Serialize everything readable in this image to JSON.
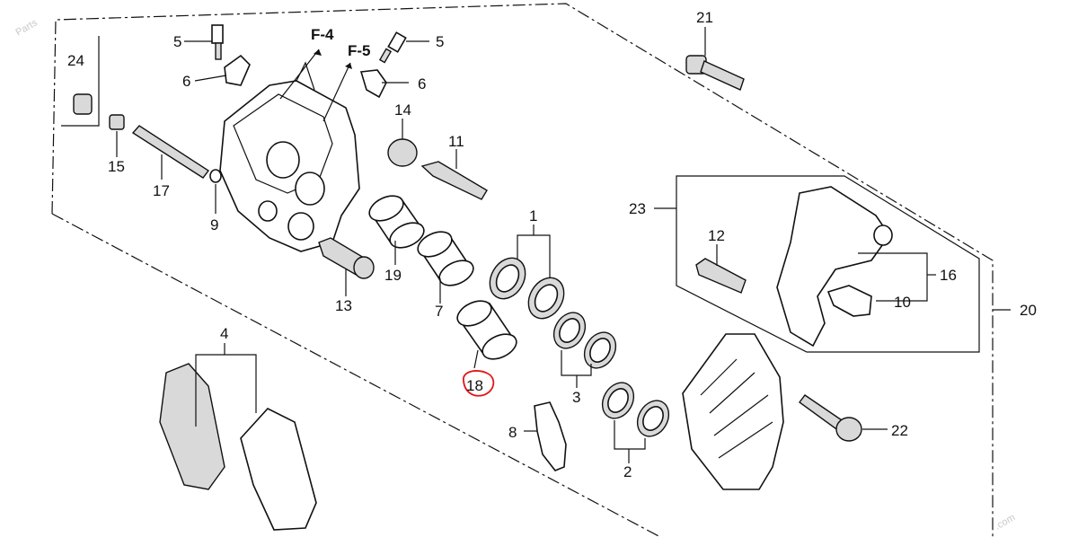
{
  "labels": {
    "p1": "1",
    "p2": "2",
    "p3": "3",
    "p4": "4",
    "p5a": "5",
    "p5b": "5",
    "p6a": "6",
    "p6b": "6",
    "p7": "7",
    "p8": "8",
    "p9": "9",
    "p10": "10",
    "p11": "11",
    "p12": "12",
    "p13": "13",
    "p14": "14",
    "p15": "15",
    "p16": "16",
    "p17": "17",
    "p18": "18",
    "p19": "19",
    "p20": "20",
    "p21": "21",
    "p22": "22",
    "p23": "23",
    "p24": "24"
  },
  "refs": {
    "f4": "F-4",
    "f5": "F-5"
  },
  "highlight": {
    "part": "18",
    "color": "#e01818"
  }
}
